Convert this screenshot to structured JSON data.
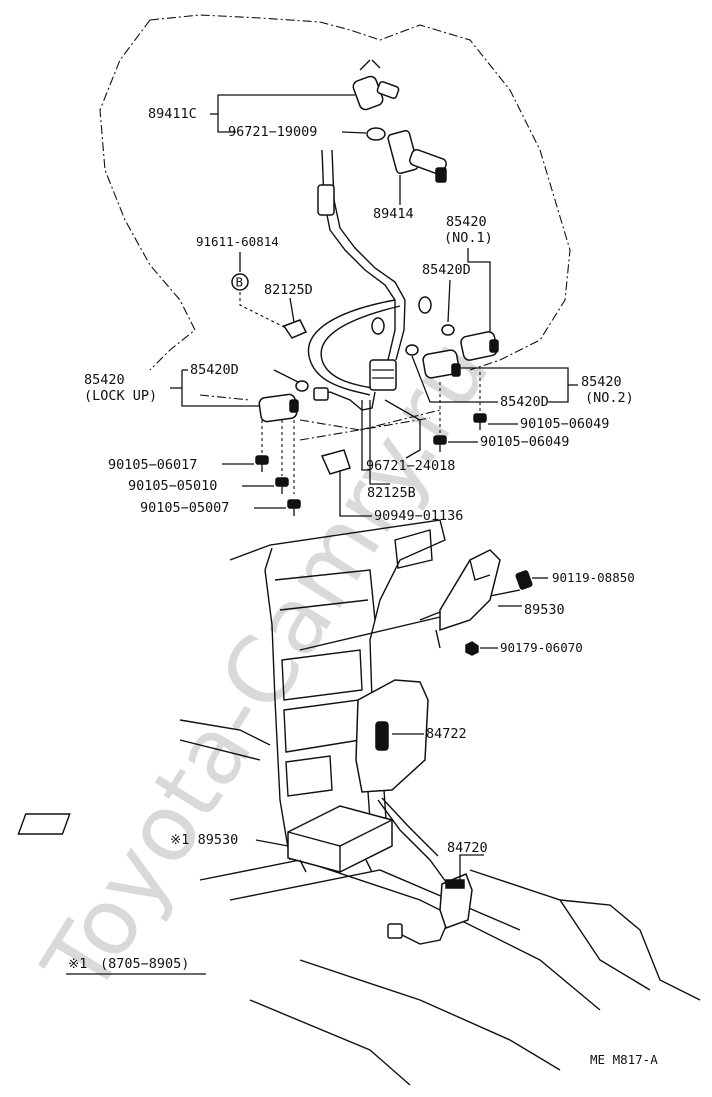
{
  "watermark": "Toyota-Camry.ru",
  "diagram_code": "ME M817-A",
  "footnote": {
    "marker": "※1",
    "range": "(8705−8905)"
  },
  "labels": {
    "p89411C": "89411C",
    "p96721_19009": "96721−19009",
    "p89414": "89414",
    "p91611_60814": "91611-60814",
    "p85420_no1": "85420",
    "no1": "(NO.1)",
    "p85420D_a": "85420D",
    "p82125D": "82125D",
    "p85420_lock": "85420",
    "lock_up": "(LOCK UP)",
    "p85420D_b": "85420D",
    "p85420_no2": "85420",
    "no2": "(NO.2)",
    "p85420D_c": "85420D",
    "p90105_06049_a": "90105−06049",
    "p90105_06049_b": "90105−06049",
    "p90105_06017": "90105−06017",
    "p96721_24018": "96721−24018",
    "p90105_05010": "90105−05010",
    "p82125B": "82125B",
    "p90105_05007": "90105−05007",
    "p90949_01136": "90949−01136",
    "p90119_08850": "90119-08850",
    "p89530": "89530",
    "p90179_06070": "90179-06070",
    "p84722": "84722",
    "p89530_star": "※1 89530",
    "p84720": "84720",
    "b_marker": "B"
  }
}
